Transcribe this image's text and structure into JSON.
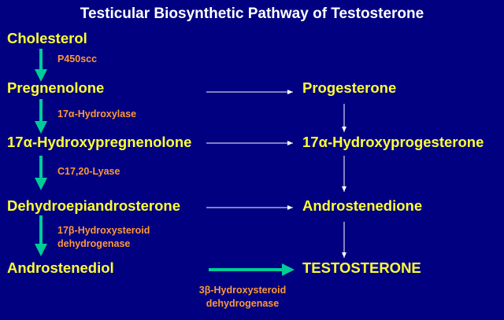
{
  "title": "Testicular Biosynthetic Pathway of Testosterone",
  "left_column": [
    "Cholesterol",
    "Pregnenolone",
    "17α-Hydroxypregnenolone",
    "Dehydroepiandrosterone",
    "Androstenediol"
  ],
  "right_column": [
    "Progesterone",
    "17α-Hydroxyprogesterone",
    "Androstenedione",
    "TESTOSTERONE"
  ],
  "enzymes": {
    "p450scc": "P450scc",
    "hydroxylase": "17α-Hydroxylase",
    "lyase": "C17,20-Lyase",
    "hsd17_line1": "17β-Hydroxysteroid",
    "hsd17_line2": "dehydrogenase",
    "hsd3_line1": "3β-Hydroxysteroid",
    "hsd3_line2": "dehydrogenase"
  },
  "colors": {
    "background": "#000080",
    "title": "#ffffff",
    "compound": "#ffff33",
    "enzyme": "#ff9933",
    "main_arrow": "#00cc99",
    "minor_arrow": "#ffffff"
  }
}
